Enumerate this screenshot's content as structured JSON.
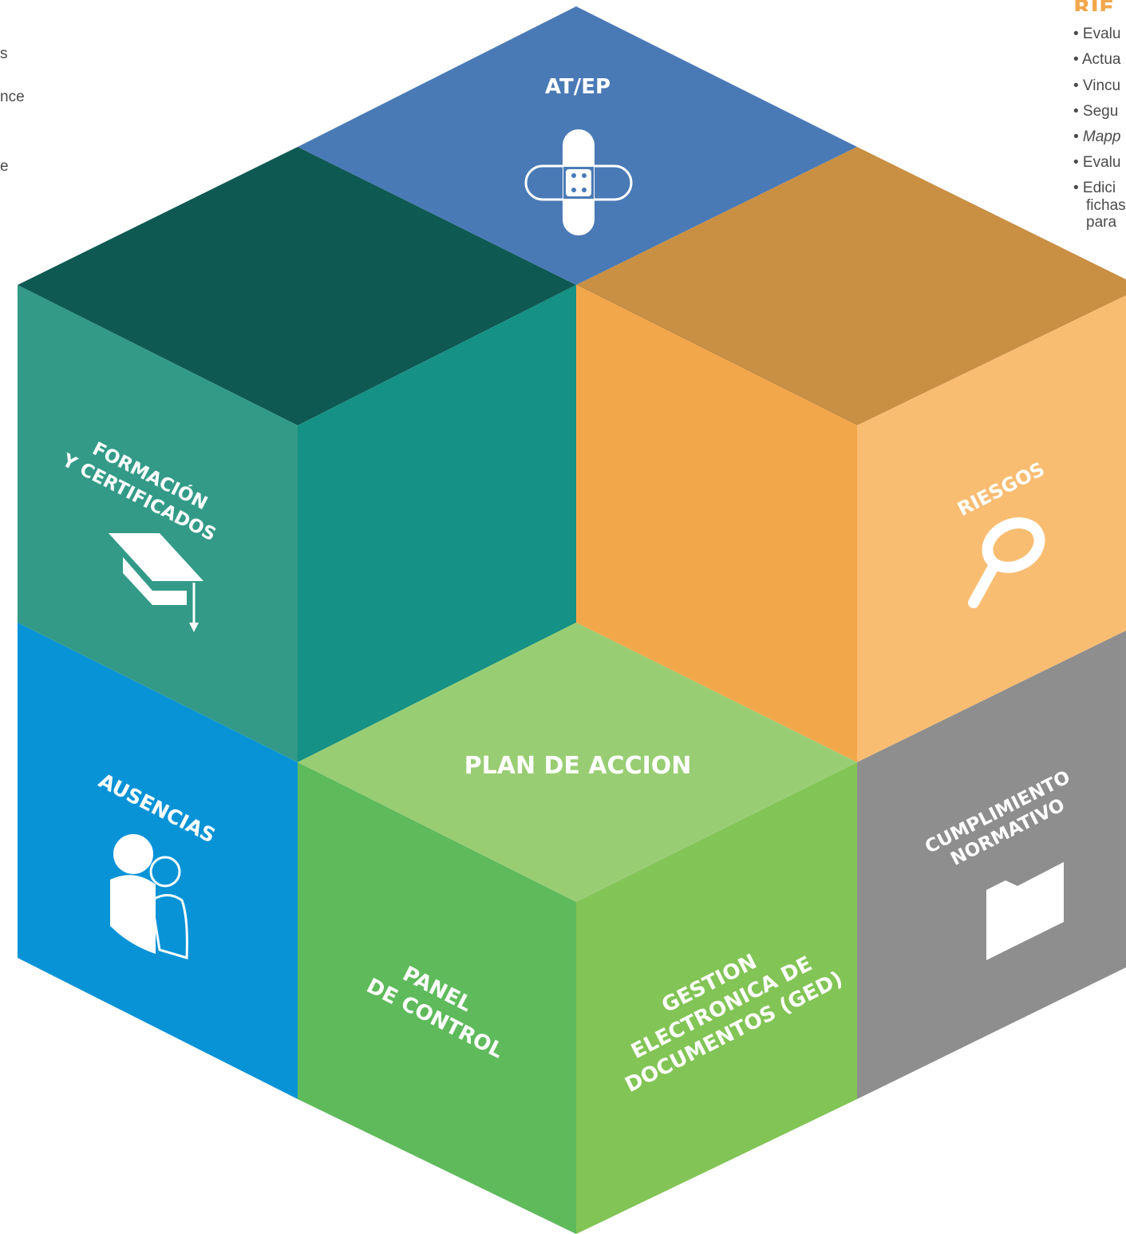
{
  "left_fragments": [
    "s",
    "nce",
    "e"
  ],
  "right_panel": {
    "heading": "RIE",
    "items": [
      "• Evalu",
      "• Actua",
      "• Vincu",
      "• Segu",
      "• Mapp",
      "• Evalu",
      "• Edici",
      "fichas",
      "para"
    ]
  },
  "faces": {
    "atep": "AT/EP",
    "formacion_line1": "FORMACIÓN",
    "formacion_line2": "Y CERTIFICADOS",
    "riesgos": "RIESGOS",
    "ausencias": "AUSENCIAS",
    "plan": "PLAN DE ACCION",
    "panel_line1": "PANEL",
    "panel_line2": "DE CONTROL",
    "ged_line1": "GESTION",
    "ged_line2": "ELECTRONICA DE",
    "ged_line3": "DOCUMENTOS (GED)",
    "cumplimiento_line1": "CUMPLIMIENTO",
    "cumplimiento_line2": "NORMATIVO"
  },
  "colors": {
    "atep": "#4a7ab6",
    "dark_teal": "#0f5953",
    "orange_top": "#c98f43",
    "teal_left": "#339a88",
    "teal_mid": "#159185",
    "orange_mid": "#f2a74b",
    "orange_light": "#f9bd72",
    "blue": "#0893d7",
    "green_light": "#99cd73",
    "green_mid": "#5fba5c",
    "green_right": "#82c455",
    "gray": "#8e8e8e"
  },
  "icons": [
    "bandage-icon",
    "graduation-cap-icon",
    "magnifier-icon",
    "people-icon",
    "folder-icon"
  ]
}
